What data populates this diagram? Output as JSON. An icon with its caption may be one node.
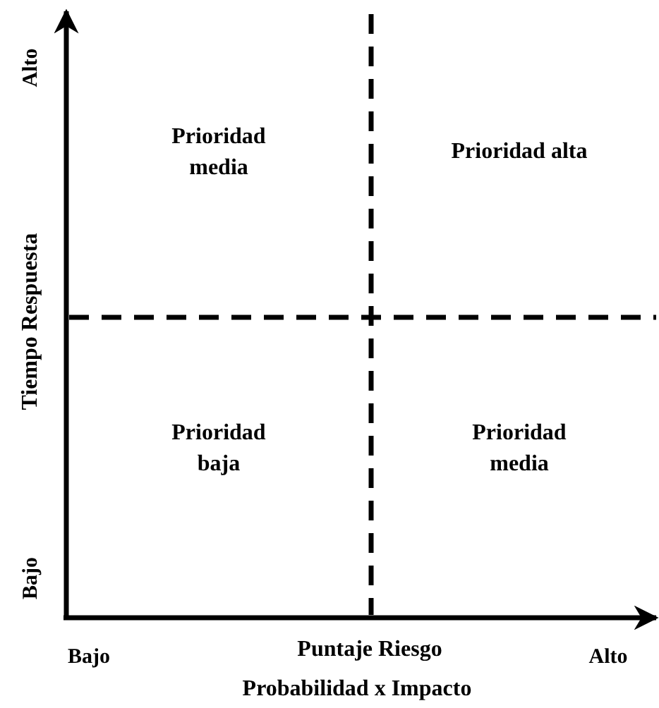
{
  "diagram": {
    "labels": [
      "Alto",
      "Prioridad media",
      "Prioridad alta",
      "Tiempo Respuesta",
      "Prioridad baja",
      "Prioridad media",
      "Bajo",
      "Bajo",
      "Puntaje Riesgo",
      "Alto",
      "Probabilidad x Impacto"
    ]
  }
}
